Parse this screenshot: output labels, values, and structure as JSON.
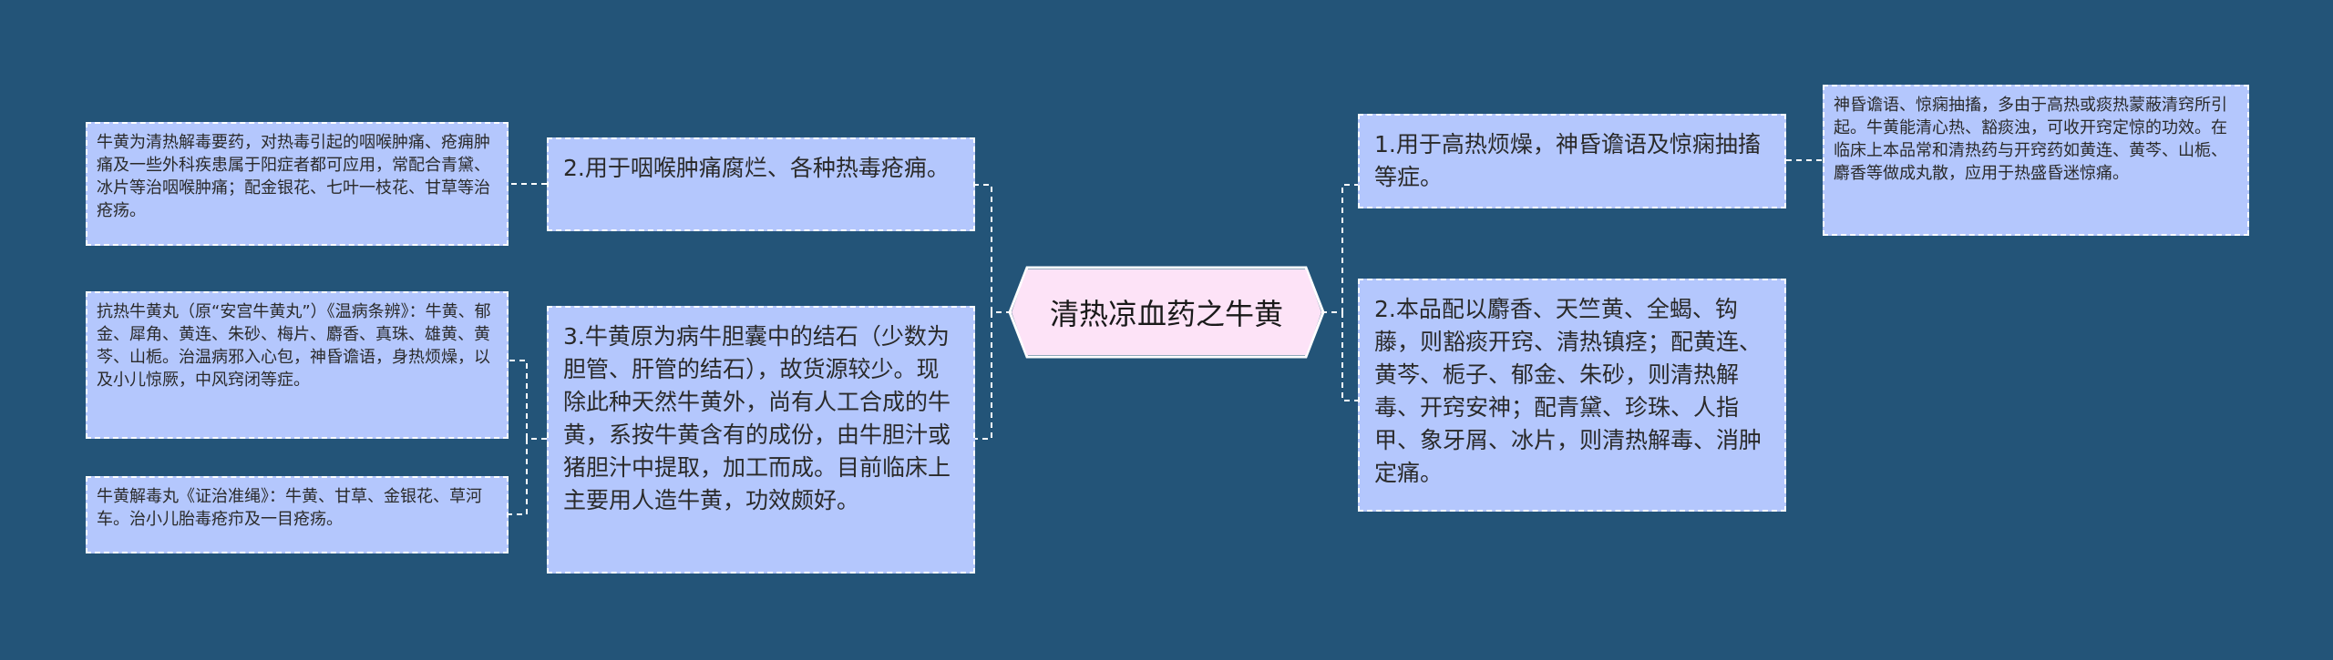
{
  "center": {
    "title": "清热凉血药之牛黄"
  },
  "right": [
    {
      "text": "1.用于高热烦燥，神昏谵语及惊痫抽搐等症。",
      "children": [
        "神昏谵语、惊痫抽搐，多由于高热或痰热蒙蔽清窍所引起。牛黄能清心热、豁痰浊，可收开窍定惊的功效。在临床上本品常和清热药与开窍药如黄连、黄芩、山栀、麝香等做成丸散，应用于热盛昏迷惊痛。"
      ]
    },
    {
      "text": "2.本品配以麝香、天竺黄、全蝎、钩藤，则豁痰开窍、清热镇痉；配黄连、黄芩、栀子、郁金、朱砂，则清热解毒、开窍安神；配青黛、珍珠、人指甲、象牙屑、冰片，则清热解毒、消肿定痛。",
      "children": []
    }
  ],
  "left": [
    {
      "text": "2.用于咽喉肿痛腐烂、各种热毒疮痈。",
      "children": [
        "牛黄为清热解毒要药，对热毒引起的咽喉肿痛、疮痈肿痛及一些外科疾患属于阳症者都可应用，常配合青黛、冰片等治咽喉肿痛；配金银花、七叶一枝花、甘草等治疮疡。"
      ]
    },
    {
      "text": "3.牛黄原为病牛胆囊中的结石（少数为胆管、肝管的结石），故货源较少。现除此种天然牛黄外，尚有人工合成的牛黄，系按牛黄含有的成份，由牛胆汁或猪胆汁中提取，加工而成。目前临床上主要用人造牛黄，功效颇好。",
      "children": [
        "抗热牛黄丸（原“安宫牛黄丸”）《温病条辨》：牛黄、郁金、犀角、黄连、朱砂、梅片、麝香、真珠、雄黄、黄芩、山栀。治温病邪入心包，神昏谵语，身热烦燥，以及小儿惊厥，中风窍闭等症。",
        "牛黄解毒丸《证治准绳》：牛黄、甘草、金银花、草河车。治小儿胎毒疮疖及一目疮疡。"
      ]
    }
  ],
  "colors": {
    "background": "#235478",
    "node_fill": "#b4c7fd",
    "center_fill": "#fde3f7",
    "connector": "#ffffff"
  }
}
